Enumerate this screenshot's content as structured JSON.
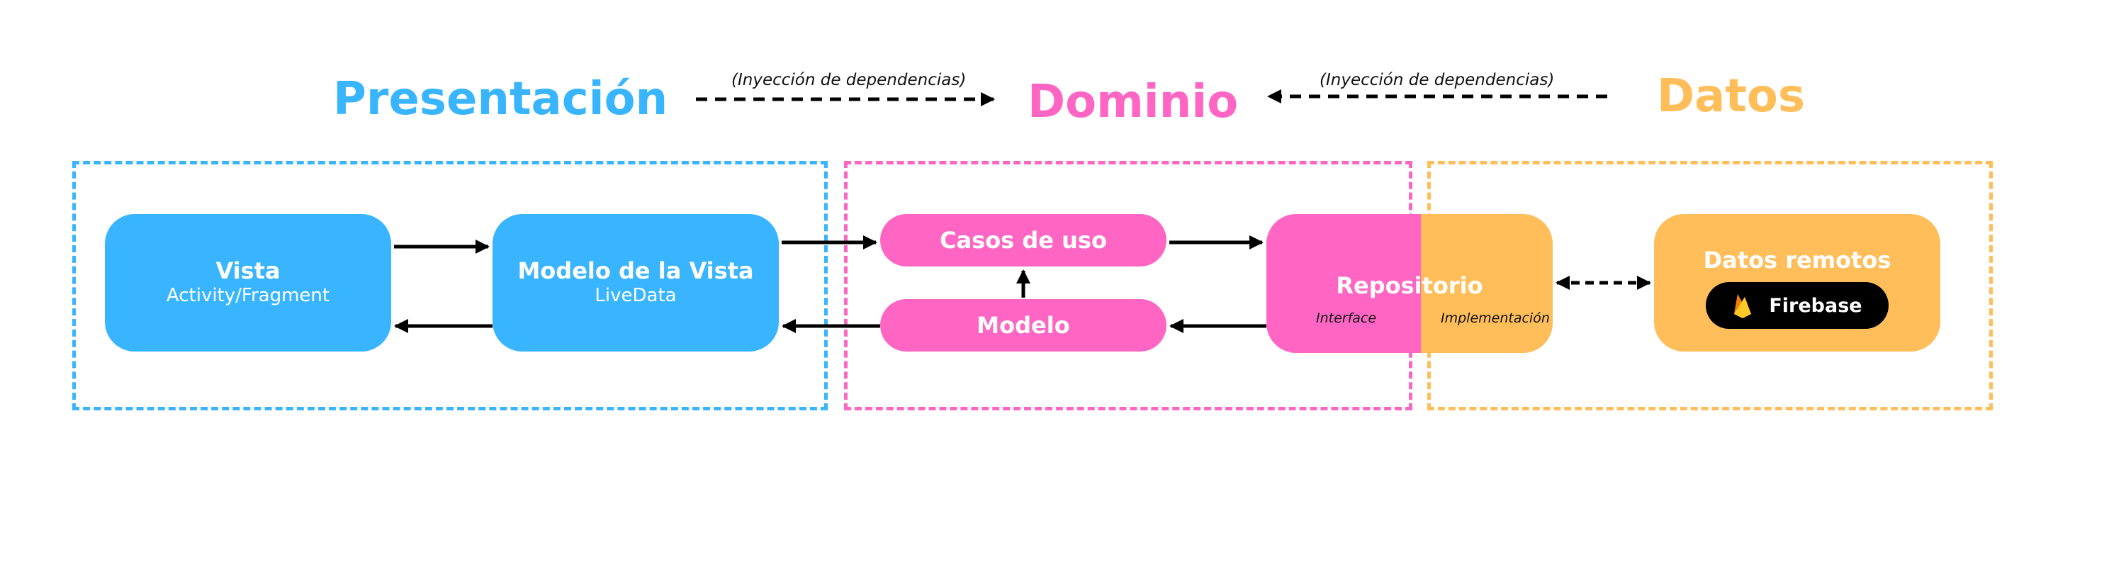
{
  "colors": {
    "presentation": "#39B5FF",
    "domain": "#FF66C4",
    "data": "#FFBE5A",
    "arrow": "#000000",
    "badge_bg": "#000000",
    "flame": "#FFA000"
  },
  "headers": {
    "presentation": "Presentación",
    "domain": "Dominio",
    "data": "Datos"
  },
  "dependency_injection": {
    "left_label": "(Inyección de dependencias)",
    "right_label": "(Inyección de dependencias)"
  },
  "presentation": {
    "view": {
      "title": "Vista",
      "subtitle": "Activity/Fragment"
    },
    "viewmodel": {
      "title": "Modelo de la Vista",
      "subtitle": "LiveData"
    }
  },
  "domain": {
    "use_cases": {
      "title": "Casos de uso"
    },
    "model": {
      "title": "Modelo"
    }
  },
  "repository": {
    "title": "Repositorio",
    "interface_label": "Interface",
    "implementation_label": "Implementación"
  },
  "data": {
    "remote": {
      "title": "Datos remotos",
      "badge": {
        "label": "Firebase",
        "icon": "firebase-icon"
      }
    }
  }
}
